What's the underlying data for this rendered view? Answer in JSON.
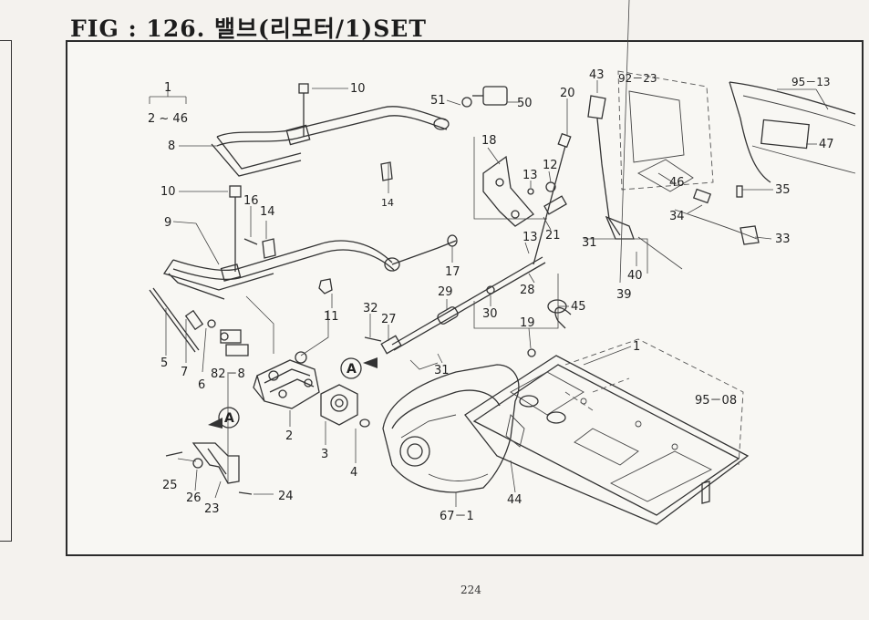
{
  "figure": {
    "title": "FIG : 126. 밸브(리모터/1)SET",
    "page_number": "224"
  },
  "callouts": {
    "c1_top": "1",
    "c_range": "2 ~ 46",
    "c2": "2",
    "c3": "3",
    "c4": "4",
    "c5": "5",
    "c6": "6",
    "c7": "7",
    "c8": "8",
    "c9": "9",
    "c10a": "10",
    "c10b": "10",
    "c11": "11",
    "c12": "12",
    "c13a": "13",
    "c13b": "13",
    "c14a": "14",
    "c14b": "14",
    "c16": "16",
    "c17": "17",
    "c18": "18",
    "c19": "19",
    "c20": "20",
    "c21": "21",
    "c23": "23",
    "c24": "24",
    "c25": "25",
    "c26": "26",
    "c27": "27",
    "c28": "28",
    "c29": "29",
    "c30": "30",
    "c31a": "31",
    "c31b": "31",
    "c32": "32",
    "c33": "33",
    "c34": "34",
    "c35": "35",
    "c39": "39",
    "c40": "40",
    "c43": "43",
    "c44": "44",
    "c45": "45",
    "c46": "46",
    "c47": "47",
    "c50": "50",
    "c51": "51",
    "c67_1": "67－1",
    "c82_8": "82－8",
    "c92_23": "92－23",
    "c95_08": "95－08",
    "c95_13": "95－13",
    "c1_right": "1",
    "markA1": "A",
    "markA2": "A"
  }
}
